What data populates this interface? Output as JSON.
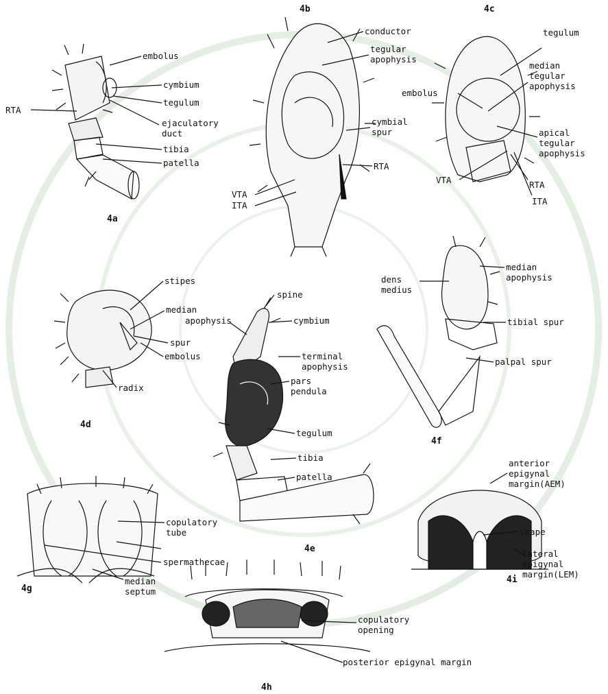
{
  "figures": {
    "4a": {
      "caption": "4a",
      "labels": {
        "embolus": "embolus",
        "cymbium": "cymbium",
        "tegulum": "tegulum",
        "rta": "RTA",
        "ejaculatory_duct": "ejaculatory\nduct",
        "tibia": "tibia",
        "patella": "patella"
      }
    },
    "4b": {
      "caption": "4b",
      "labels": {
        "conductor": "conductor",
        "tegular_apophysis": "tegular\napophysis",
        "cymbial_spur": "cymbial\nspur",
        "rta": "RTA",
        "vta": "VTA",
        "ita": "ITA"
      }
    },
    "4c": {
      "caption": "4c",
      "labels": {
        "tegulum": "tegulum",
        "median_tegular_apophysis": "median\ntegular\napophysis",
        "embolus": "embolus",
        "apical_tegular_apophysis": "apical\ntegular\napophysis",
        "vta": "VTA",
        "rta": "RTA",
        "ita": "ITA"
      }
    },
    "4d": {
      "caption": "4d",
      "labels": {
        "stipes": "stipes",
        "median": "median",
        "apophysis": "apophysis",
        "spur": "spur",
        "embolus": "embolus",
        "radix": "radix"
      }
    },
    "4e": {
      "caption": "4e",
      "labels": {
        "spine": "spine",
        "cymbium": "cymbium",
        "terminal_apophysis": "terminal\napophysis",
        "pars_pendula": "pars\npendula",
        "tegulum": "tegulum",
        "tibia": "tibia",
        "patella": "patella"
      }
    },
    "4f": {
      "caption": "4f",
      "labels": {
        "dens_medius": "dens\nmedius",
        "median_apophysis": "median\napophysis",
        "tibial_spur": "tibial spur",
        "palpal_spur": "palpal spur"
      }
    },
    "4g": {
      "caption": "4g",
      "labels": {
        "copulatory_tube": "copulatory\ntube",
        "spermathecae": "spermathecae",
        "median_septum": "median\nseptum"
      }
    },
    "4h": {
      "caption": "4h",
      "labels": {
        "copulatory_opening": "copulatory\nopening",
        "posterior_epigynal_margin": "posterior epigynal margin"
      }
    },
    "4i": {
      "caption": "4i",
      "labels": {
        "anterior_epigynal_margin": "anterior\nepigynal\nmargin(AEM)",
        "scape": "scape",
        "lateral_epigynal_margin": "lateral\nepigynal\nmargin(LEM)"
      }
    }
  },
  "colors": {
    "ink": "#111111",
    "watermark": "#c9d9c9"
  }
}
